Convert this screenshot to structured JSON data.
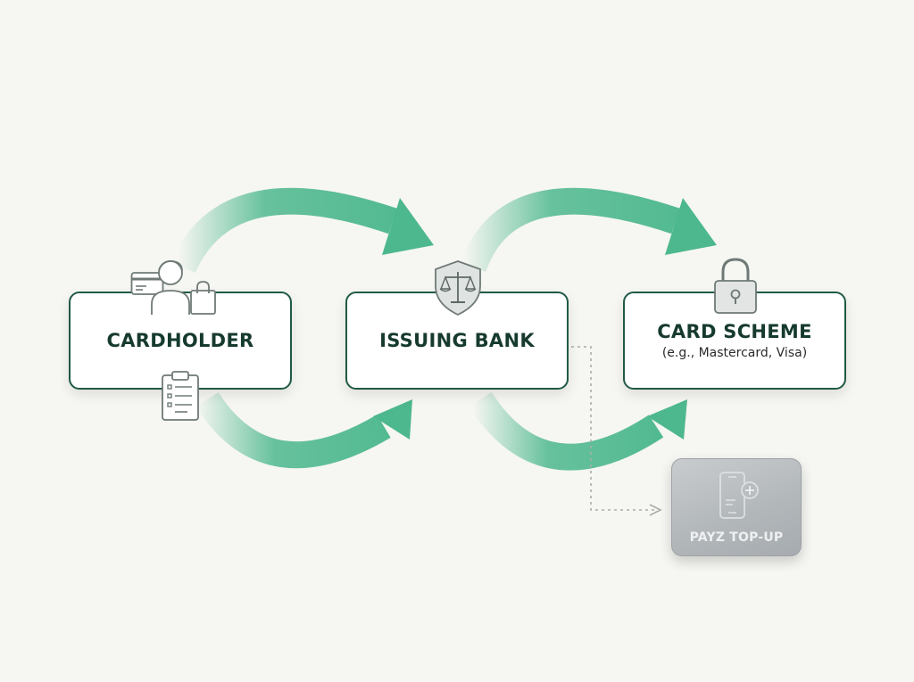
{
  "diagram": {
    "nodes": [
      {
        "id": "cardholder",
        "label": "CARDHOLDER"
      },
      {
        "id": "issuing_bank",
        "label": "ISSUING BANK"
      },
      {
        "id": "card_scheme",
        "label": "CARD SCHEME",
        "sublabel": "(e.g., Mastercard, Visa)"
      },
      {
        "id": "payz_topup",
        "label": "PAYZ TOP-UP"
      }
    ],
    "icons": {
      "cardholder_top": [
        "credit-card-icon",
        "person-icon",
        "shopping-bag-icon"
      ],
      "cardholder_bottom": "clipboard-icon",
      "issuing_bank": "shield-scales-icon",
      "card_scheme": "padlock-icon",
      "payz_topup": "mobile-plus-icon"
    },
    "edges": [
      {
        "from": "cardholder",
        "to": "issuing_bank",
        "style": "curved-arrow-top"
      },
      {
        "from": "cardholder",
        "to": "issuing_bank",
        "style": "curved-arrow-bottom"
      },
      {
        "from": "issuing_bank",
        "to": "card_scheme",
        "style": "curved-arrow-top"
      },
      {
        "from": "issuing_bank",
        "to": "card_scheme",
        "style": "curved-arrow-bottom"
      },
      {
        "from": "issuing_bank",
        "to": "payz_topup",
        "style": "dotted-arrow"
      }
    ],
    "colors": {
      "arrow": "#4db88d",
      "node_border": "#1f5a45",
      "title_text": "#163a2e",
      "background": "#f6f6f2",
      "icon_stroke": "#6f7a77"
    }
  }
}
